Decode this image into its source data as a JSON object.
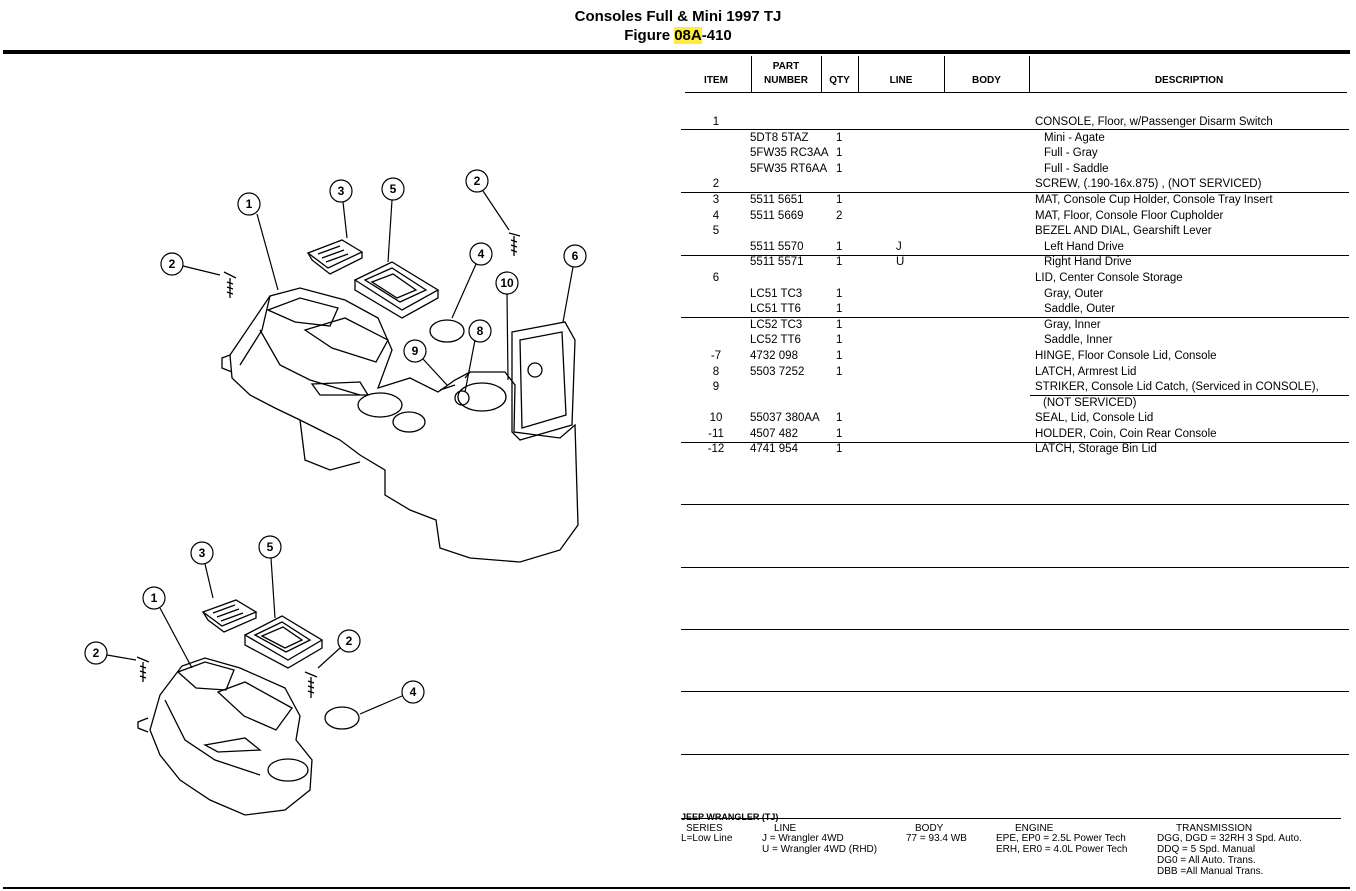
{
  "header": {
    "title": "Consoles Full & Mini 1997 TJ",
    "figure_prefix": "Figure ",
    "figure_highlight": "08A",
    "figure_suffix": "-410"
  },
  "columns": {
    "item": "ITEM",
    "part_line1": "PART",
    "part_line2": "NUMBER",
    "qty": "QTY",
    "line": "LINE",
    "body": "BODY",
    "description": "DESCRIPTION"
  },
  "rows": [
    {
      "item": "1",
      "part": "",
      "qty": "",
      "line": "",
      "desc": "CONSOLE, Floor, w/Passenger Disarm Switch"
    },
    {
      "item": "",
      "part": "5DT8 5TAZ",
      "qty": "1",
      "line": "",
      "desc": "  Mini - Agate"
    },
    {
      "item": "",
      "part": "5FW35 RC3AA",
      "qty": "1",
      "line": "",
      "desc": "  Full - Gray"
    },
    {
      "item": "",
      "part": "5FW35 RT6AA",
      "qty": "1",
      "line": "",
      "desc": "  Full - Saddle"
    },
    {
      "item": "2",
      "part": "",
      "qty": "",
      "line": "",
      "desc": "SCREW, (.190-16x.875) , (NOT SERVICED)"
    },
    {
      "item": "3",
      "part": "5511 5651",
      "qty": "1",
      "line": "",
      "desc": "MAT, Console Cup Holder, Console Tray Insert"
    },
    {
      "item": "4",
      "part": "5511 5669",
      "qty": "2",
      "line": "",
      "desc": "MAT, Floor, Console Floor Cupholder"
    },
    {
      "item": "5",
      "part": "",
      "qty": "",
      "line": "",
      "desc": "BEZEL AND DIAL, Gearshift Lever"
    },
    {
      "item": "",
      "part": "5511 5570",
      "qty": "1",
      "line": "J",
      "desc": "  Left Hand Drive"
    },
    {
      "item": "",
      "part": "5511 5571",
      "qty": "1",
      "line": "U",
      "desc": "  Right Hand Drive"
    },
    {
      "item": "6",
      "part": "",
      "qty": "",
      "line": "",
      "desc": "LID, Center Console Storage"
    },
    {
      "item": "",
      "part": "LC51 TC3",
      "qty": "1",
      "line": "",
      "desc": "  Gray, Outer"
    },
    {
      "item": "",
      "part": "LC51 TT6",
      "qty": "1",
      "line": "",
      "desc": "  Saddle, Outer"
    },
    {
      "item": "",
      "part": "LC52 TC3",
      "qty": "1",
      "line": "",
      "desc": "  Gray, Inner"
    },
    {
      "item": "",
      "part": "LC52 TT6",
      "qty": "1",
      "line": "",
      "desc": "  Saddle, Inner"
    },
    {
      "item": "-7",
      "part": "4732 098",
      "qty": "1",
      "line": "",
      "desc": "HINGE, Floor Console Lid, Console"
    },
    {
      "item": "8",
      "part": "5503 7252",
      "qty": "1",
      "line": "",
      "desc": "LATCH, Armrest Lid"
    },
    {
      "item": "9",
      "part": "",
      "qty": "",
      "line": "",
      "desc": "STRIKER, Console Lid Catch, (Serviced in CONSOLE),"
    },
    {
      "item": "",
      "part": "",
      "qty": "",
      "line": "",
      "desc": "  (NOT SERVICED)"
    },
    {
      "item": "10",
      "part": "55037 380AA",
      "qty": "1",
      "line": "",
      "desc": "SEAL, Lid, Console Lid"
    },
    {
      "item": "-11",
      "part": "4507 482",
      "qty": "1",
      "line": "",
      "desc": "HOLDER, Coin, Coin Rear Console"
    },
    {
      "item": "-12",
      "part": "4741 954",
      "qty": "1",
      "line": "",
      "desc": "LATCH, Storage Bin Lid"
    }
  ],
  "callouts_upper": [
    "1",
    "2",
    "3",
    "5",
    "2",
    "4",
    "10",
    "6",
    "8",
    "9"
  ],
  "callouts_lower": [
    "3",
    "5",
    "1",
    "2",
    "2",
    "4"
  ],
  "legend": {
    "model": "JEEP WRANGLER (TJ)",
    "series_head": "SERIES",
    "series_1": "L=Low Line",
    "line_head": "LINE",
    "line_1": "J = Wrangler 4WD",
    "line_2": "U = Wrangler 4WD (RHD)",
    "body_head": "BODY",
    "body_1": "77 = 93.4 WB",
    "engine_head": "ENGINE",
    "engine_1": "EPE, EP0 = 2.5L Power Tech",
    "engine_2": "ERH, ER0 = 4.0L Power Tech",
    "trans_head": "TRANSMISSION",
    "trans_1": "DGG, DGD = 32RH 3 Spd. Auto.",
    "trans_2": "DDQ = 5 Spd. Manual",
    "trans_3": "DG0 = All Auto. Trans.",
    "trans_4": "DBB =All Manual Trans."
  }
}
